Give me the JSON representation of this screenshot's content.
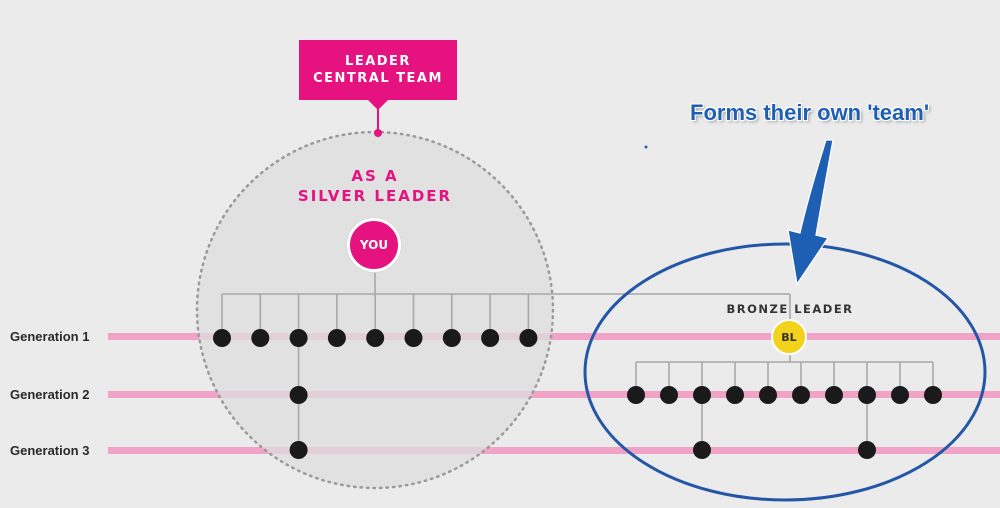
{
  "callout": {
    "line1": "LEADER",
    "line2": "CENTRAL TEAM"
  },
  "silver": {
    "line1": "AS A",
    "line2": "SILVER LEADER"
  },
  "you_label": "YOU",
  "bronze": {
    "title": "BRONZE LEADER",
    "badge": "BL"
  },
  "note": "Forms their own 'team'",
  "generations": [
    "Generation 1",
    "Generation 2",
    "Generation 3"
  ],
  "colors": {
    "accent": "#e6127f",
    "row_line": "#f0a3c6",
    "bronze_badge": "#f2d21b",
    "annotation": "#1f5fb3",
    "node": "#1a1a1a"
  },
  "tree": {
    "gen1_nodes": 9,
    "gen1_with_child": 3,
    "bronze_gen2_nodes": 10,
    "bronze_gen2_with_child": [
      3,
      8
    ]
  }
}
